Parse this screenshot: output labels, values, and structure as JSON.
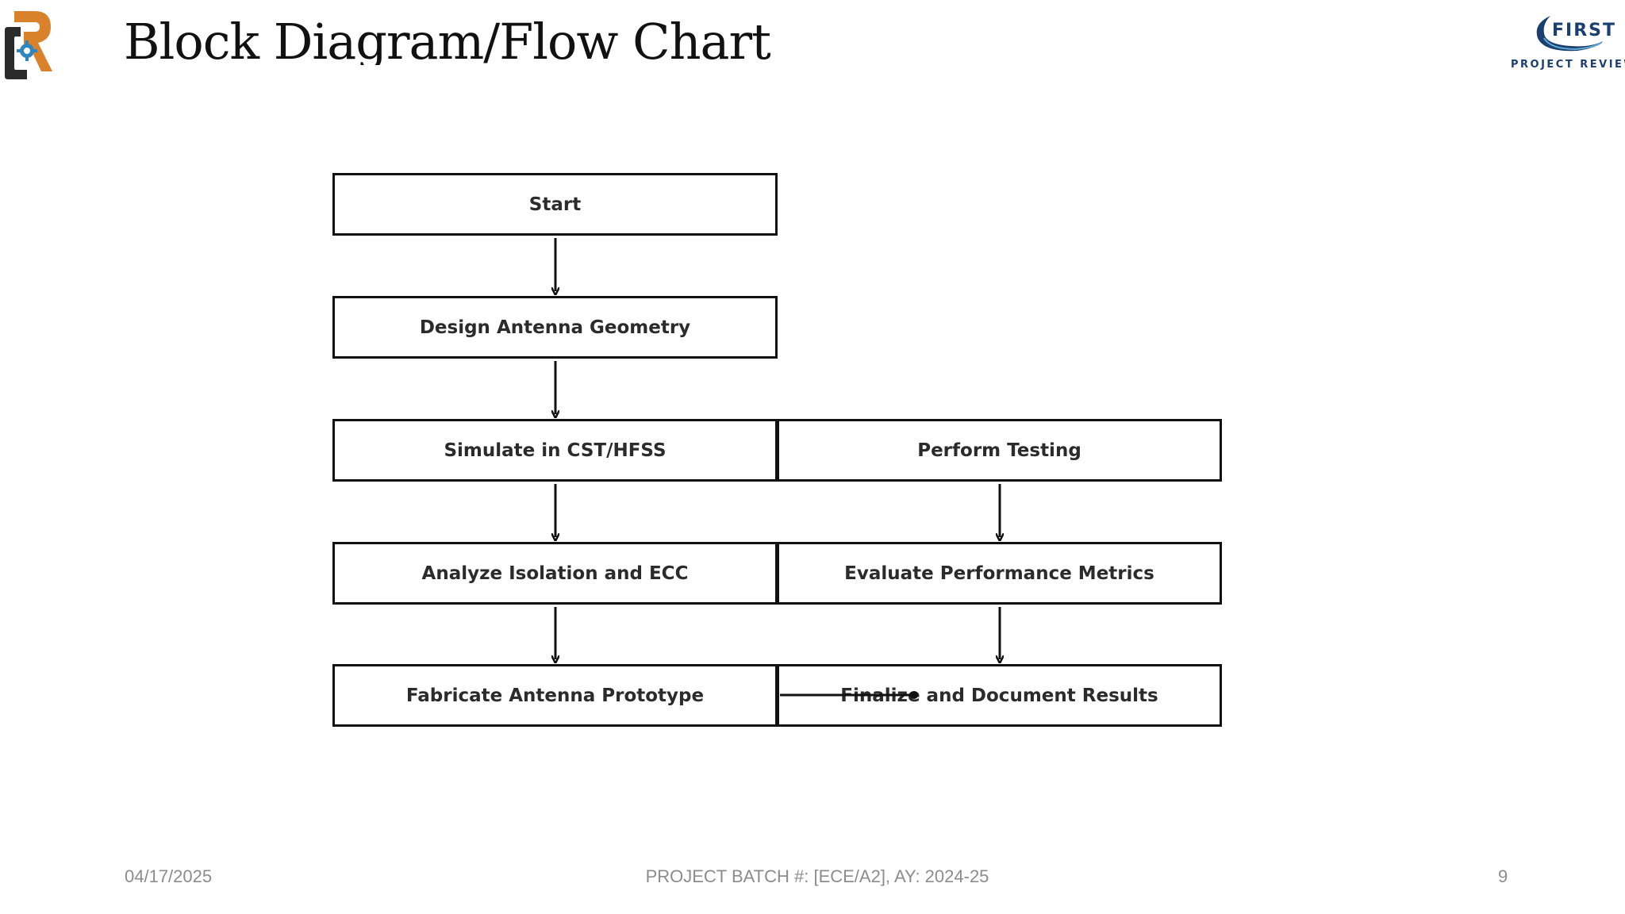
{
  "slide": {
    "title": "Block Diagram/Flow Chart"
  },
  "logos": {
    "left_icon": "rk-gear-logo-icon",
    "right_brand": "FIRST",
    "right_tagline": "PROJECT REVIEW",
    "right_brand_color": "#1b3f6e",
    "left_brand_colors": [
      "#d9822b",
      "#2b2b2b",
      "#2e86c1"
    ]
  },
  "flowchart": {
    "left_column": [
      "Start",
      "Design Antenna Geometry",
      "Simulate in CST/HFSS",
      "Analyze Isolation and ECC",
      "Fabricate Antenna Prototype"
    ],
    "right_column": [
      "Perform Testing",
      "Evaluate Performance Metrics",
      "Finalize and Document Results"
    ],
    "connections": [
      {
        "from": "Start",
        "to": "Design Antenna Geometry"
      },
      {
        "from": "Design Antenna Geometry",
        "to": "Simulate in CST/HFSS"
      },
      {
        "from": "Simulate in CST/HFSS",
        "to": "Analyze Isolation and ECC"
      },
      {
        "from": "Analyze Isolation and ECC",
        "to": "Fabricate Antenna Prototype"
      },
      {
        "from": "Perform Testing",
        "to": "Evaluate Performance Metrics"
      },
      {
        "from": "Evaluate Performance Metrics",
        "to": "Finalize and Document Results"
      },
      {
        "from": "Fabricate Antenna Prototype",
        "to": "Finalize and Document Results"
      }
    ],
    "line_color": "#111111"
  },
  "footer": {
    "date": "04/17/2025",
    "batch": "PROJECT BATCH #: [ECE/A2], AY: 2024-25",
    "page_number": "9"
  }
}
